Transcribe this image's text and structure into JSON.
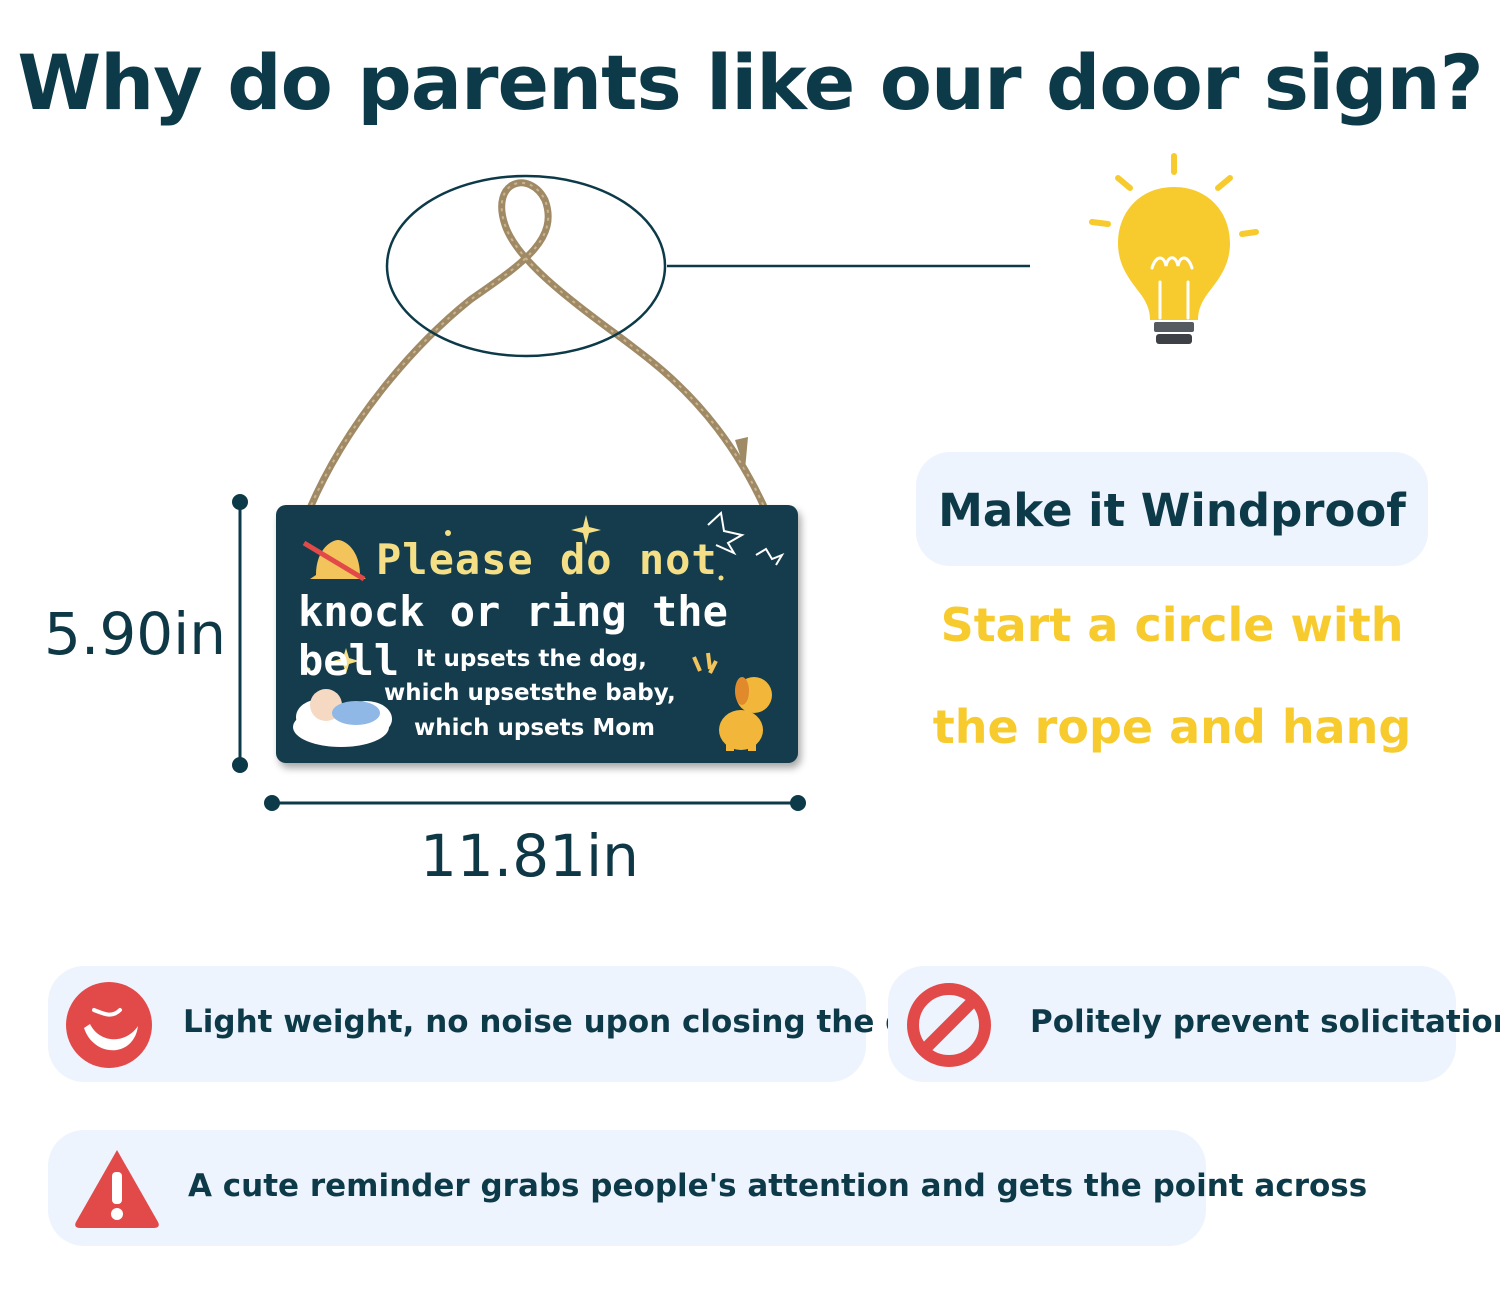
{
  "heading": "Why do parents like our door sign?",
  "dimensions": {
    "height": "5.90in",
    "width": "11.81in"
  },
  "sign": {
    "line1": "Please do not",
    "line2": "knock or ring the bell",
    "line3": "It upsets the dog,",
    "line4": "which upsetsthe baby,",
    "line5": "which upsets Mom"
  },
  "windproof": {
    "title": "Make it Windproof",
    "line1": "Start a circle with",
    "line2": "the rope and hang"
  },
  "features": [
    {
      "text": "Light weight, no noise upon closing the door",
      "icon": "feather-icon"
    },
    {
      "text": "Politely prevent solicitation",
      "icon": "no-sign-icon"
    },
    {
      "text": "A cute reminder grabs people's attention and gets the point across",
      "icon": "warning-icon"
    }
  ],
  "colors": {
    "navy": "#0d3a48",
    "yellow": "#f7cb2e",
    "red": "#e24a4a",
    "card": "#eef4fd",
    "sign": "#143c4c",
    "rope": "#a08a66"
  }
}
